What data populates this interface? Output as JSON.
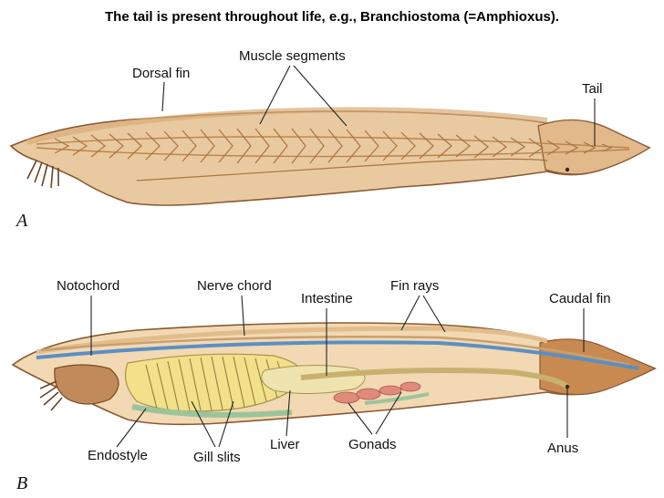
{
  "title": "The tail is present throughout life, e.g., Branchiostoma (=Amphioxus).",
  "panel_a": {
    "letter": "A",
    "labels": {
      "dorsal_fin": "Dorsal fin",
      "muscle_segments": "Muscle segments",
      "tail": "Tail"
    }
  },
  "panel_b": {
    "letter": "B",
    "labels": {
      "notochord": "Notochord",
      "nerve_chord": "Nerve chord",
      "intestine": "Intestine",
      "fin_rays": "Fin rays",
      "caudal_fin": "Caudal fin",
      "endostyle": "Endostyle",
      "gill_slits": "Gill slits",
      "liver": "Liver",
      "gonads": "Gonads",
      "anus": "Anus"
    }
  },
  "colors": {
    "body_skin": "#e9c9a0",
    "body_outline": "#8a5a32",
    "muscle": "#c9995f",
    "notochord": "#5b8fc4",
    "pharynx": "#f2e08a",
    "gonads": "#e08a7a",
    "endostyle": "#9cc49a",
    "tail_tip": "#b07040"
  }
}
